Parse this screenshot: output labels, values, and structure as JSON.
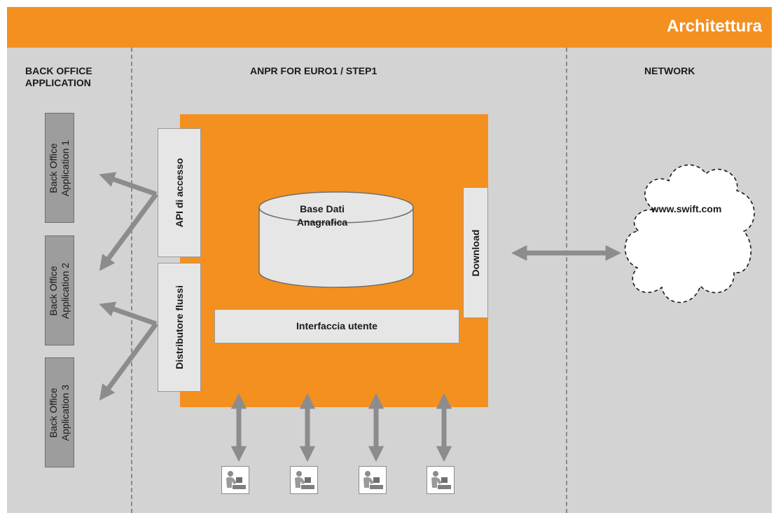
{
  "header": {
    "title": "Architettura"
  },
  "columns": {
    "left_title_line1": "BACK OFFICE",
    "left_title_line2": "APPLICATION",
    "center_title": "ANPR FOR EURO1 / STEP1",
    "right_title": "NETWORK"
  },
  "back_office_apps": [
    {
      "line1": "Back Office",
      "line2": "Application 1"
    },
    {
      "line1": "Back Office",
      "line2": "Application 2"
    },
    {
      "line1": "Back Office",
      "line2": "Application 3"
    }
  ],
  "core": {
    "api_label": "API di accesso",
    "distributor_label": "Distributore flussi",
    "database_line1": "Base Dati",
    "database_line2": "Anagrafica",
    "download_label": "Download",
    "ui_label": "Interfaccia utente"
  },
  "network": {
    "cloud_label": "www.swift.com"
  },
  "users": [
    {
      "icon": "user-workstation-icon"
    },
    {
      "icon": "user-workstation-icon"
    },
    {
      "icon": "user-workstation-icon"
    },
    {
      "icon": "user-workstation-icon"
    }
  ],
  "colors": {
    "accent_orange": "#f39020",
    "panel_gray": "#d3d3d4",
    "box_gray": "#9d9d9e",
    "box_light": "#e6e6e6",
    "arrow_gray": "#8c8c8d"
  }
}
